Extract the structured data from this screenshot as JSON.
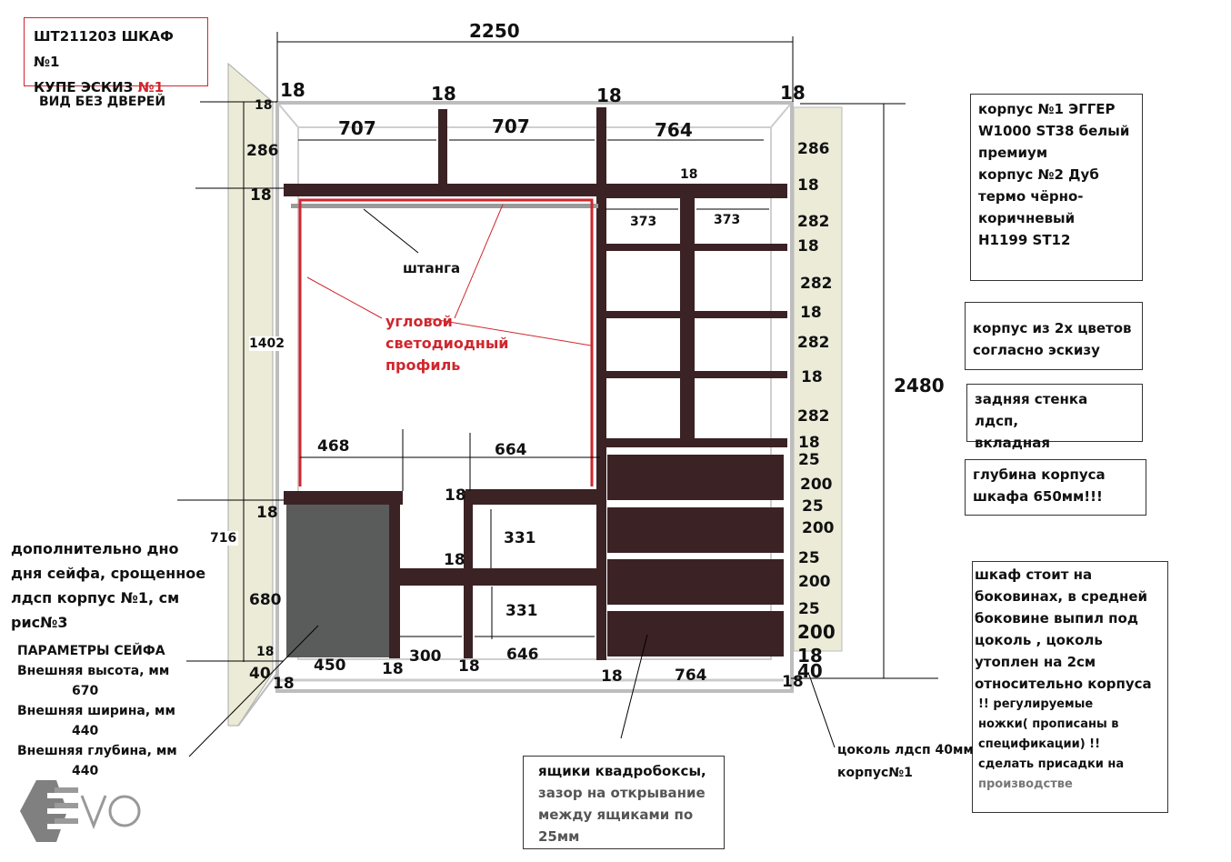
{
  "title": {
    "line1": "ШТ211203 ШКАФ №1",
    "line2_prefix": "КУПЕ ЭСКИЗ ",
    "line2_num": "№1"
  },
  "view_label": "ВИД БЕЗ ДВЕРЕЙ",
  "notes": {
    "materials": [
      "корпус №1 ЭГГЕР",
      "W1000 ST38 белый",
      "премиум",
      "корпус №2 Дуб",
      "термо чёрно-",
      "коричневый",
      "H1199 ST12"
    ],
    "colors": [
      "корпус из 2х цветов",
      "согласно эскизу"
    ],
    "back": [
      "задняя стенка лдсп,",
      "вкладная"
    ],
    "depth": [
      "глубина корпуса",
      "шкафа 650мм!!!"
    ],
    "base": [
      "шкаф стоит на",
      "боковинах, в средней",
      "боковине выпил под",
      "цоколь , цоколь",
      "утоплен на 2см",
      "относительно корпуса"
    ],
    "legs": [
      "!! регулируемые",
      "ножки( прописаны в",
      "спецификации)  !!",
      "сделать присадки на",
      "производстве"
    ],
    "drawers": [
      "ящики квадробоксы,",
      "зазор на открывание",
      "между ящиками по",
      "25мм"
    ],
    "plinth": [
      "цоколь лдсп 40мм",
      "корпус№1"
    ],
    "safe_bottom": [
      "дополнительно дно",
      "дня сейфа, срощенное",
      "лдсп корпус №1, см",
      "рис№3"
    ],
    "safe_params": [
      "ПАРАМЕТРЫ СЕЙФА",
      "Внешняя высота, мм",
      "670",
      "Внешняя ширина, мм",
      "440",
      "Внешняя глубина, мм",
      "440"
    ],
    "rod": "штанга",
    "led": [
      "угловой",
      "светодиодный",
      "профиль"
    ]
  },
  "dims": [
    "2250",
    "18",
    "18",
    "18",
    "18",
    "707",
    "707",
    "764",
    "18",
    "286",
    "18",
    "1402",
    "18",
    "716",
    "680",
    "18",
    "40",
    "18",
    "286",
    "18",
    "282",
    "18",
    "282",
    "18",
    "282",
    "18",
    "282",
    "18",
    "25",
    "200",
    "25",
    "200",
    "25",
    "200",
    "25",
    "200",
    "18",
    "40",
    "18",
    "18",
    "373",
    "373",
    "2480",
    "468",
    "664",
    "18",
    "331",
    "18",
    "331",
    "450",
    "300",
    "646",
    "18",
    "18",
    "18",
    "764"
  ],
  "logo": "EVO",
  "colors": {
    "wood": "#3b2224",
    "carcass": "#c8c8c8",
    "side": "#ecebd8",
    "led": "#d0262e",
    "safe": "#5a5c5c"
  }
}
